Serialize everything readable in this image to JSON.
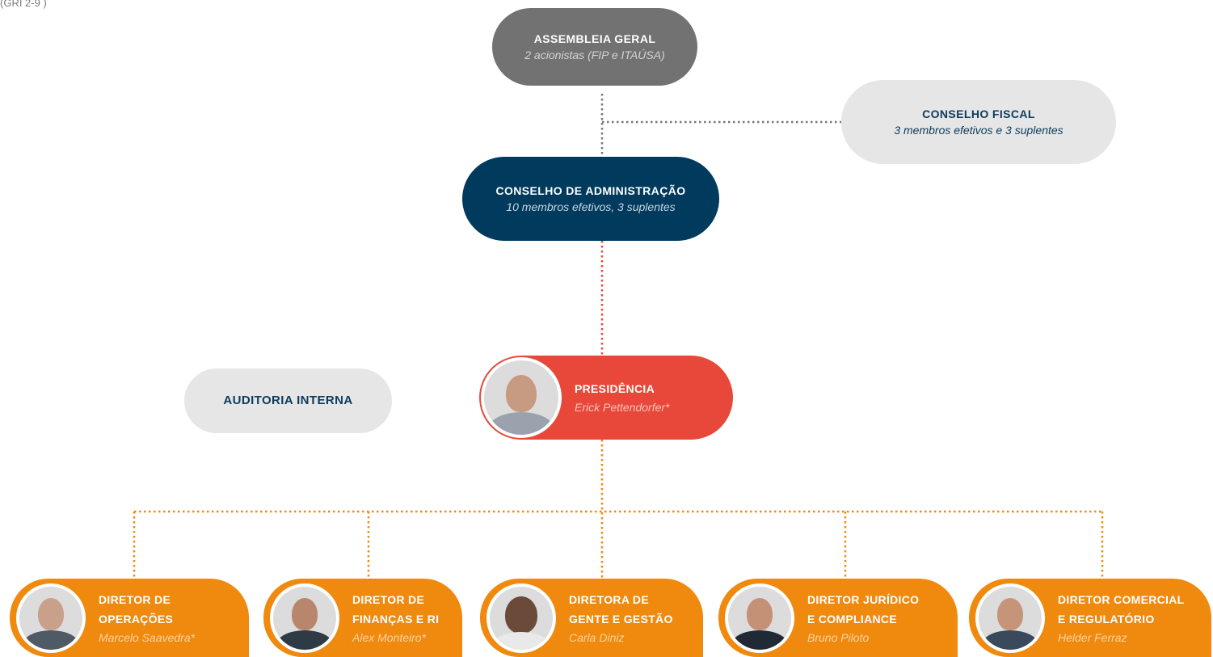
{
  "header": {
    "gri_label": "(GRI 2-9 )"
  },
  "nodes": {
    "assembleia": {
      "title": "ASSEMBLEIA GERAL",
      "subtitle": "2 acionistas (FIP e ITAÚSA)"
    },
    "conselho_fiscal": {
      "title": "CONSELHO FISCAL",
      "subtitle": "3 membros efetivos e 3 suplentes"
    },
    "conselho_admin": {
      "title": "CONSELHO DE ADMINISTRAÇÃO",
      "subtitle": "10 membros efetivos, 3 suplentes"
    },
    "auditoria": {
      "title": "AUDITORIA INTERNA"
    },
    "presidencia": {
      "title": "PRESIDÊNCIA",
      "name": "Erick Pettendorfer*"
    },
    "diretores": [
      {
        "title_1": "DIRETOR DE",
        "title_2": "OPERAÇÕES",
        "name": "Marcelo Saavedra*"
      },
      {
        "title_1": "DIRETOR DE",
        "title_2": "FINANÇAS E RI",
        "name": "Alex Monteiro*"
      },
      {
        "title_1": "DIRETORA DE",
        "title_2": "GENTE E GESTÃO",
        "name": "Carla Diniz"
      },
      {
        "title_1": "DIRETOR JURÍDICO",
        "title_2": "E COMPLIANCE",
        "name": "Bruno Piloto"
      },
      {
        "title_1": "DIRETOR COMERCIAL",
        "title_2": "E REGULATÓRIO",
        "name": "Helder Ferraz"
      }
    ]
  },
  "colors": {
    "assembleia": "#727272",
    "conselho_admin": "#003a5d",
    "conselho_fiscal": "#e6e6e6",
    "presidencia": "#e8483a",
    "diretoria": "#f08a0f",
    "connector_gray": "#777777",
    "connector_red": "#e8483a",
    "connector_orange": "#f08a0f"
  },
  "icons": [
    "person-photo"
  ]
}
